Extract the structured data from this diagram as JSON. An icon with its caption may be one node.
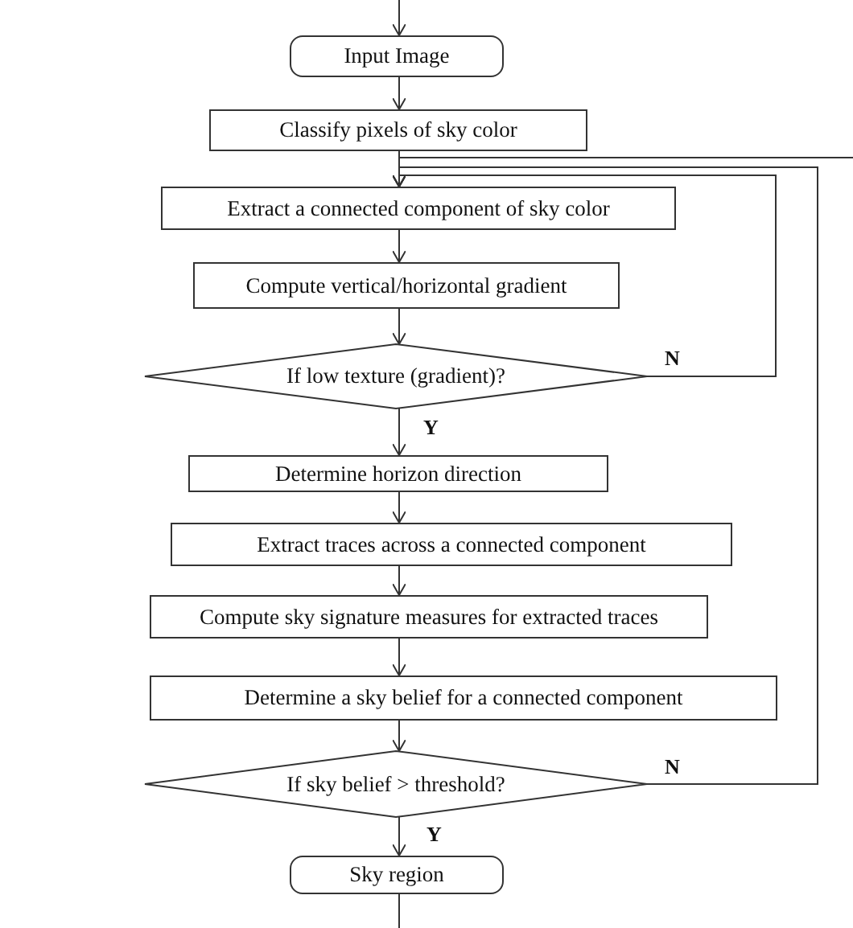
{
  "diagram": {
    "nodes": [
      {
        "text": [
          "Input Image"
        ]
      },
      {
        "text": [
          "Classify pixels of sky color"
        ]
      },
      {
        "text": [
          "Extract a connected component of sky color"
        ]
      },
      {
        "text": [
          "Compute vertical/horizontal gradient"
        ]
      },
      {
        "text": [
          "If low texture (gradient)?"
        ]
      },
      {
        "text": [
          "Determine horizon direction"
        ]
      },
      {
        "text": [
          "Extract traces across a connected component"
        ]
      },
      {
        "text": [
          "Compute sky signature measures for extracted traces"
        ]
      },
      {
        "text": [
          "Determine a sky belief for a connected component"
        ]
      },
      {
        "text": [
          "If sky belief > threshold?"
        ]
      },
      {
        "text": [
          "Sky region"
        ]
      }
    ],
    "edges": [
      {
        "from": null,
        "to": 0,
        "arrow": "to"
      },
      {
        "from": 0,
        "to": 1,
        "arrow": "to"
      },
      {
        "from": 1,
        "to": 2,
        "arrow": "to"
      },
      {
        "from": 2,
        "to": 3,
        "arrow": "to"
      },
      {
        "from": 3,
        "to": 4,
        "arrow": "to"
      },
      {
        "from": 4,
        "to": 5,
        "arrow": "to",
        "label": "Y"
      },
      {
        "from": 5,
        "to": 6,
        "arrow": "to"
      },
      {
        "from": 6,
        "to": 7,
        "arrow": "to"
      },
      {
        "from": 7,
        "to": 8,
        "arrow": "to"
      },
      {
        "from": 8,
        "to": 9,
        "arrow": "to"
      },
      {
        "from": 9,
        "to": 10,
        "arrow": "to",
        "label": "Y"
      },
      {
        "from": 4,
        "to": 2,
        "arrow": "to",
        "label": "N"
      },
      {
        "from": 9,
        "to": 2,
        "arrow": "to",
        "label": "N"
      },
      {
        "from": null,
        "to": 2,
        "arrow": "to"
      },
      {
        "from": 10,
        "to": null,
        "arrow": "none"
      }
    ]
  }
}
